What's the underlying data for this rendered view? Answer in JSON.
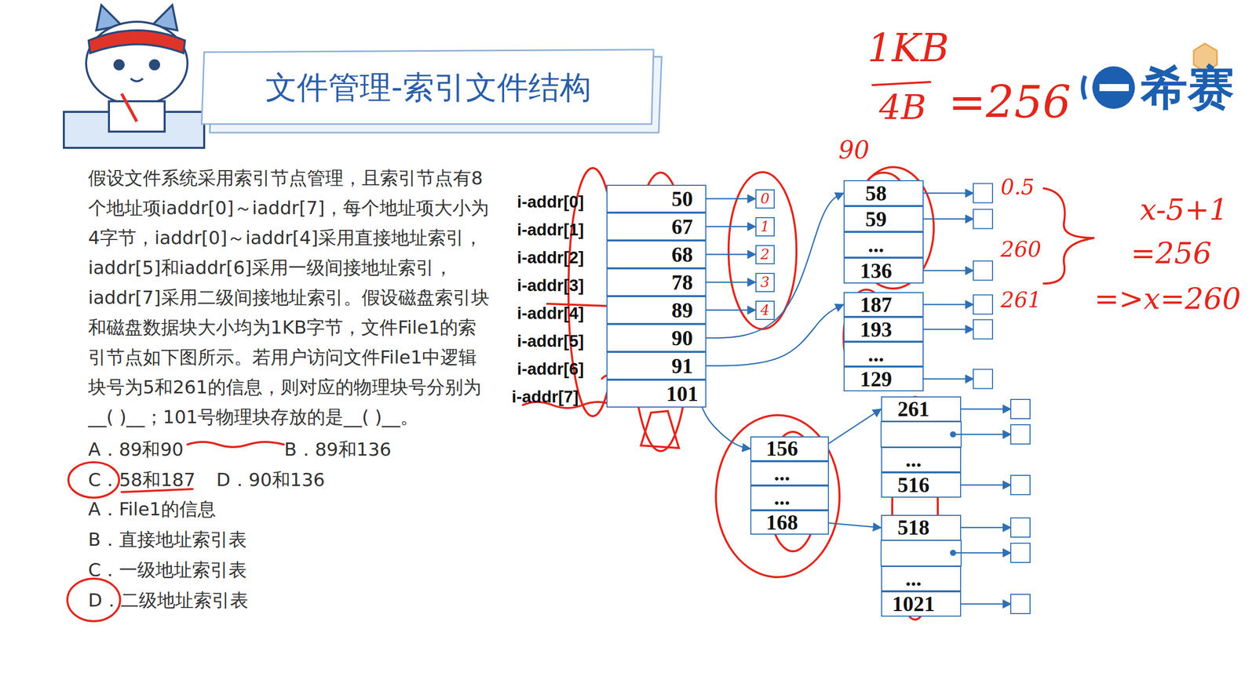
{
  "diagram": {
    "title": "文件管理-索引文件结构",
    "nodes": [
      {
        "text": [
          "i-addr[0]",
          "50"
        ]
      },
      {
        "text": [
          "i-addr[1]",
          "67"
        ]
      },
      {
        "text": [
          "i-addr[2]",
          "68"
        ]
      },
      {
        "text": [
          "i-addr[3]",
          "78"
        ]
      },
      {
        "text": [
          "i-addr[4]",
          "89"
        ]
      },
      {
        "text": [
          "i-addr[5]",
          "90"
        ]
      },
      {
        "text": [
          "i-addr[6]",
          "91"
        ]
      },
      {
        "text": [
          "i-addr[7]",
          "101"
        ]
      },
      {
        "text": [
          "0"
        ]
      },
      {
        "text": [
          "1"
        ]
      },
      {
        "text": [
          "2"
        ]
      },
      {
        "text": [
          "3"
        ]
      },
      {
        "text": [
          "4"
        ]
      },
      {
        "text": [
          "58"
        ]
      },
      {
        "text": [
          "59"
        ]
      },
      {
        "text": [
          "..."
        ]
      },
      {
        "text": [
          "136"
        ]
      },
      {
        "text": [
          "187"
        ]
      },
      {
        "text": [
          "193"
        ]
      },
      {
        "text": [
          "..."
        ]
      },
      {
        "text": [
          "129"
        ]
      },
      {
        "text": [
          "156"
        ]
      },
      {
        "text": [
          "..."
        ]
      },
      {
        "text": [
          "..."
        ]
      },
      {
        "text": [
          "168"
        ]
      },
      {
        "text": [
          "261"
        ]
      },
      {
        "text": [
          "..."
        ]
      },
      {
        "text": [
          "516"
        ]
      },
      {
        "text": [
          "518"
        ]
      },
      {
        "text": [
          "..."
        ]
      },
      {
        "text": [
          "1021"
        ]
      }
    ],
    "edges": [
      {
        "from": 0,
        "to": 8,
        "arrow": "to"
      },
      {
        "from": 1,
        "to": 9,
        "arrow": "to"
      },
      {
        "from": 2,
        "to": 10,
        "arrow": "to"
      },
      {
        "from": 3,
        "to": 11,
        "arrow": "to"
      },
      {
        "from": 4,
        "to": 12,
        "arrow": "to"
      },
      {
        "from": 5,
        "to": 13,
        "arrow": "to"
      },
      {
        "from": 6,
        "to": 17,
        "arrow": "to"
      },
      {
        "from": 7,
        "to": 21,
        "arrow": "to"
      },
      {
        "from": 21,
        "to": 25,
        "arrow": "to"
      },
      {
        "from": 24,
        "to": 28,
        "arrow": "to"
      }
    ],
    "labels": [
      "假设文件系统采用索引节点管理，且索引节点有8个地址项iaddr[0]～iaddr[7]，每个地址项大小为4字节，iaddr[0]～iaddr[4]采用直接地址索引，iaddr[5]和iaddr[6]采用一级间接地址索引，iaddr[7]采用二级间接地址索引。假设磁盘索引块和磁盘数据块大小均为1KB字节，文件File1的索引节点如下图所示。若用户访问文件File1中逻辑块号为5和261的信息，则对应的物理块号分别为__( )__；101号物理块存放的是__( )__。",
      "A．89和90",
      "B．89和136",
      "C．58和187",
      "D．90和136",
      "A．File1的信息",
      "B．直接地址索引表",
      "C．一级地址索引表",
      "D．二级地址索引表",
      "希赛",
      "1KB",
      "4B",
      "=256",
      "90",
      "0.5",
      "260",
      "261",
      "x-5+1",
      "=256",
      "=>x=260"
    ]
  }
}
